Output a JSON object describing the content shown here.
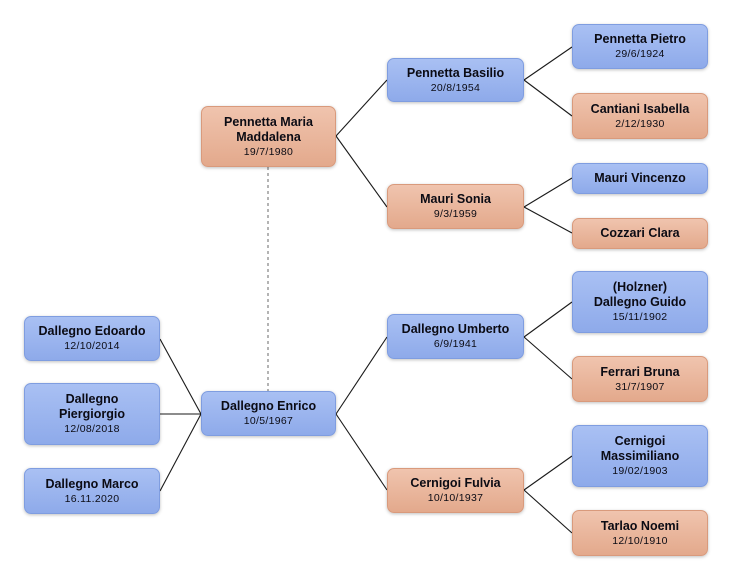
{
  "persons": {
    "pennetta_maria_maddalena": {
      "name_line1": "Pennetta Maria",
      "name_line2": "Maddalena",
      "date": "19/7/1980"
    },
    "pennetta_basilio": {
      "name": "Pennetta Basilio",
      "date": "20/8/1954"
    },
    "mauri_sonia": {
      "name": "Mauri Sonia",
      "date": "9/3/1959"
    },
    "pennetta_pietro": {
      "name": "Pennetta Pietro",
      "date": "29/6/1924"
    },
    "cantiani_isabella": {
      "name": "Cantiani Isabella",
      "date": "2/12/1930"
    },
    "mauri_vincenzo": {
      "name": "Mauri Vincenzo"
    },
    "cozzari_clara": {
      "name": "Cozzari Clara"
    },
    "dallegno_edoardo": {
      "name": "Dallegno Edoardo",
      "date": "12/10/2014"
    },
    "dallegno_piergiorgio": {
      "name_line1": "Dallegno",
      "name_line2": "Piergiorgio",
      "date": "12/08/2018"
    },
    "dallegno_marco": {
      "name": "Dallegno Marco",
      "date": "16.11.2020"
    },
    "dallegno_enrico": {
      "name": "Dallegno Enrico",
      "date": "10/5/1967"
    },
    "dallegno_umberto": {
      "name": "Dallegno Umberto",
      "date": "6/9/1941"
    },
    "cernigoi_fulvia": {
      "name": "Cernigoi Fulvia",
      "date": "10/10/1937"
    },
    "dallegno_guido": {
      "name_line1": "(Holzner)",
      "name_line2": "Dallegno Guido",
      "date": "15/11/1902"
    },
    "ferrari_bruna": {
      "name": "Ferrari Bruna",
      "date": "31/7/1907"
    },
    "cernigoi_massimiliano": {
      "name_line1": "Cernigoi",
      "name_line2": "Massimiliano",
      "date": "19/02/1903"
    },
    "tarlao_noemi": {
      "name": "Tarlao Noemi",
      "date": "12/10/1910"
    }
  },
  "colors": {
    "male_box": "#98b3ee",
    "female_box": "#e9b397",
    "connector": "#1a1a1a",
    "spouse_link": "#777777"
  }
}
